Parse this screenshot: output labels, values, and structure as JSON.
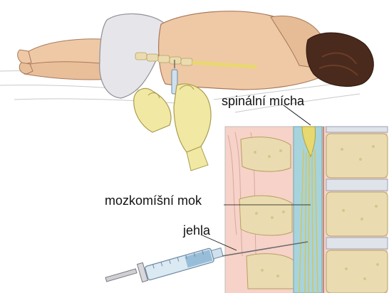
{
  "labels": {
    "spinal_cord": "spinální mícha",
    "csf": "mozkomíšní mok",
    "needle": "jehla"
  },
  "colors": {
    "skin": "#efc9a6",
    "skin_shadow": "#c99a78",
    "hair": "#4a2a1c",
    "underwear": "#e6e6ea",
    "glove": "#f1e8a4",
    "bone": "#eadcb0",
    "disc": "#dfe3ea",
    "cord": "#e8d870",
    "csf_blue": "#a7d4dc",
    "tissue": "#f2c5bd"
  }
}
